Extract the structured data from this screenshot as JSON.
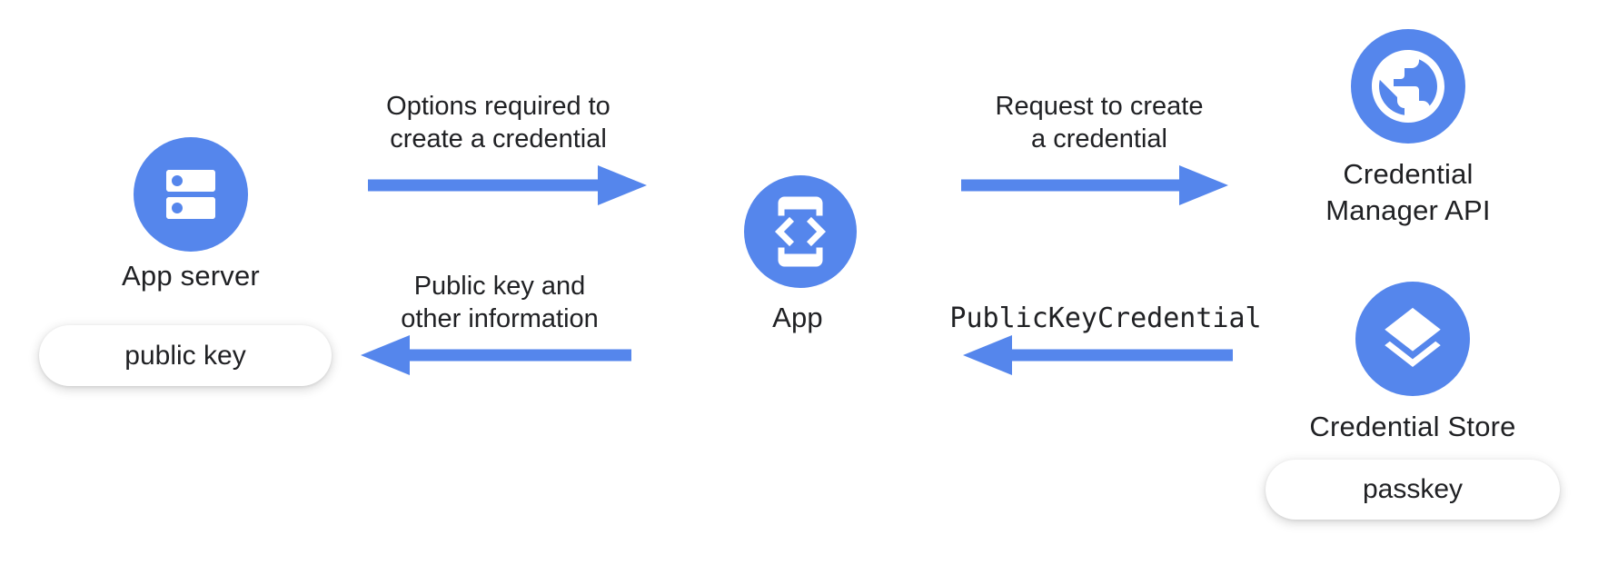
{
  "colors": {
    "node_blue": "#5586EC",
    "arrow_blue": "#5586EC",
    "text": "#202124",
    "badge_background": "#FFFFFF"
  },
  "nodes": {
    "app_server": {
      "label": "App server",
      "icon": "server-icon",
      "badge": "public key"
    },
    "app": {
      "label": "App",
      "icon": "phone-code-icon"
    },
    "credential_manager_api": {
      "label": "Credential\nManager API",
      "icon": "globe-icon"
    },
    "credential_store": {
      "label": "Credential Store",
      "icon": "layers-icon",
      "badge": "passkey"
    }
  },
  "arrows": {
    "options": {
      "label": "Options required to\ncreate a credential",
      "direction": "right",
      "from": "app_server",
      "to": "app"
    },
    "request": {
      "label": "Request to create\na credential",
      "direction": "right",
      "from": "app",
      "to": "credential_manager_api"
    },
    "public_key": {
      "label": "Public key and\nother information",
      "direction": "left",
      "from": "app",
      "to": "app_server"
    },
    "public_key_credential": {
      "label": "PublicKeyCredential",
      "direction": "left",
      "from": "credential_store",
      "to": "app",
      "text_style": "monospace"
    }
  }
}
